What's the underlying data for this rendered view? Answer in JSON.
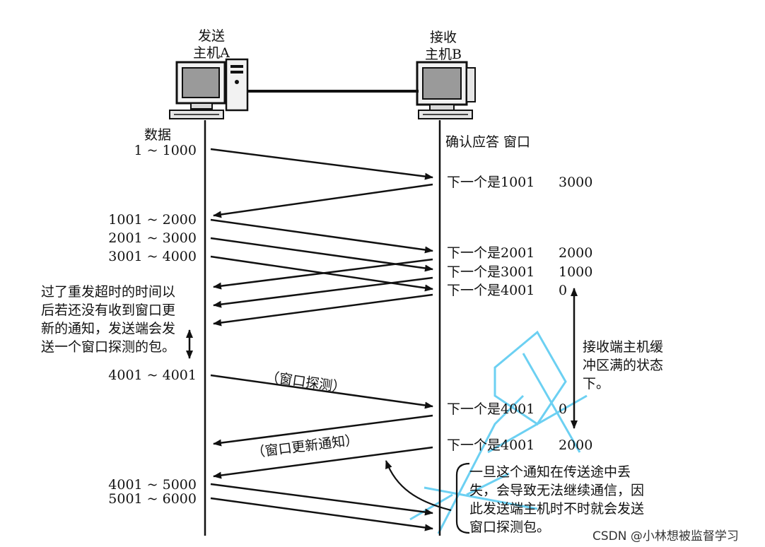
{
  "hosts": {
    "sender": {
      "line1": "发送",
      "line2": "主机A"
    },
    "receiver": {
      "line1": "接收",
      "line2": "主机B"
    }
  },
  "headers": {
    "data": "数据",
    "ack_window": "确认应答 窗口"
  },
  "segments": [
    "1 ~ 1000",
    "1001 ~ 2000",
    "2001 ~ 3000",
    "3001 ~ 4000",
    "4001 ~ 4001",
    "4001 ~ 5000",
    "5001 ~ 6000"
  ],
  "acks": [
    {
      "label": "下一个是1001",
      "window": "3000"
    },
    {
      "label": "下一个是2001",
      "window": "2000"
    },
    {
      "label": "下一个是3001",
      "window": "1000"
    },
    {
      "label": "下一个是4001",
      "window": "0"
    },
    {
      "label": "下一个是4001",
      "window": "0"
    },
    {
      "label": "下一个是4001",
      "window": "2000"
    }
  ],
  "labels": {
    "probe": "（窗口探测）",
    "update": "（窗口更新通知）"
  },
  "notes": {
    "retransmit": "过了重发超时的时间以后若还没有收到窗口更新的通知，发送端会发送一个窗口探测的包。",
    "buffer_full": "接收端主机缓冲区满的状态下。",
    "lost_update": "一旦这个通知在传送途中丢失，会导致无法继续通信，因此发送端主机时不时就会发送窗口探测包。"
  },
  "watermark": "CSDN @小林想被监督学习",
  "colors": {
    "ink": "#111111",
    "watermark": "#3cc1ee"
  }
}
